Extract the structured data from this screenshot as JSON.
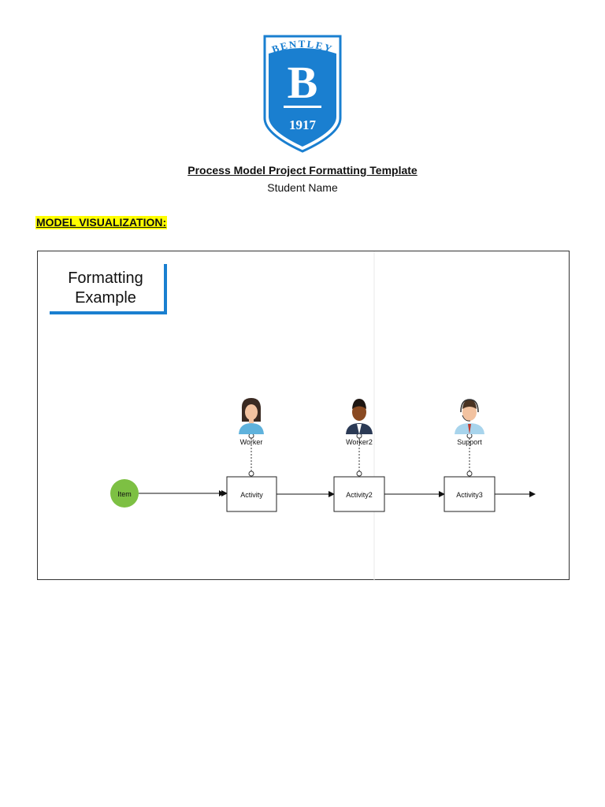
{
  "header": {
    "logo_text_top": "BENTLEY",
    "logo_letter": "B",
    "logo_year": "1917",
    "title": "Process Model Project Formatting Template",
    "subtitle": "Student Name"
  },
  "section": {
    "label": "MODEL VISUALIZATION:"
  },
  "diagram": {
    "callout_line1": "Formatting",
    "callout_line2": "Example",
    "start_event": "Item",
    "activities": [
      "Activity",
      "Activity2",
      "Activity3"
    ],
    "roles": [
      "Worker",
      "Worker2",
      "Support"
    ],
    "colors": {
      "brand_blue": "#1a7fd0",
      "start_event_green": "#7dc043",
      "highlight_yellow": "#ffff00"
    }
  }
}
